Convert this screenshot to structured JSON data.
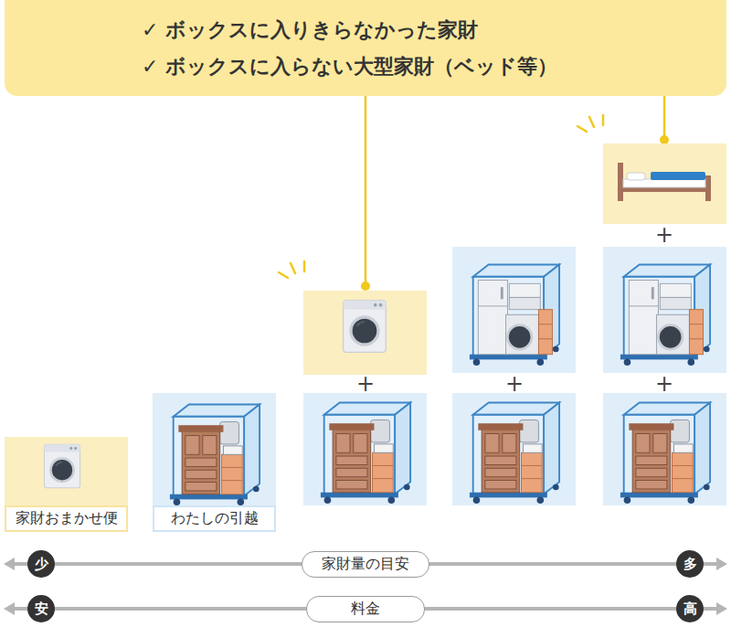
{
  "diagram": {
    "nodes": [
      {
        "text": [
          "✓ ボックスに入りきらなかった家財",
          "✓ ボックスに入らない大型家財（ベッド等）"
        ]
      },
      {
        "text": [
          "家財おまかせ便"
        ]
      },
      {
        "text": [
          "わたしの引越"
        ]
      },
      {
        "text": [
          "少"
        ]
      },
      {
        "text": [
          "家財量の目安"
        ]
      },
      {
        "text": [
          "多"
        ]
      },
      {
        "text": [
          "安"
        ]
      },
      {
        "text": [
          "料金"
        ]
      },
      {
        "text": [
          "高"
        ]
      }
    ],
    "labels": [
      "+",
      "+",
      "+",
      "+"
    ]
  }
}
